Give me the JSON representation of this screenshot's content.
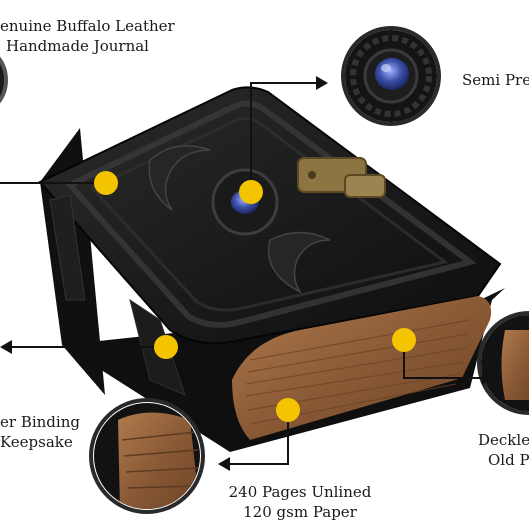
{
  "labels": {
    "top_left_line1": "enuine Buffalo Leather",
    "top_left_line2": "Handmade Journal",
    "top_right": "Semi Prec",
    "bottom_left_line1": "er Binding",
    "bottom_left_line2": "Keepsake",
    "bottom_center_line1": "240 Pages Unlined",
    "bottom_center_line2": "120 gsm Paper",
    "bottom_right_line1": "Deckle",
    "bottom_right_line2": "Old Pa"
  },
  "colors": {
    "marker": "#f5c400",
    "leather": "#151515",
    "paper": "#8a5a36",
    "stone": "#3c4fa8",
    "clasp": "#8c7542"
  }
}
